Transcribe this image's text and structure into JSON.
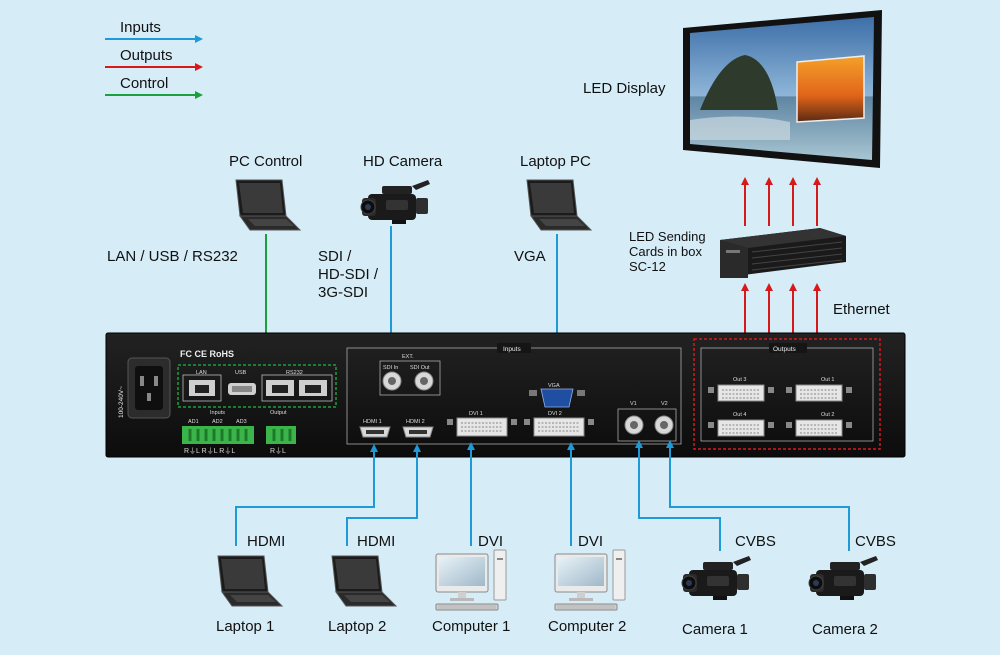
{
  "legend": {
    "inputs": "Inputs",
    "outputs": "Outputs",
    "control": "Control"
  },
  "colors": {
    "inputs": "#1e9bd7",
    "outputs": "#d7191c",
    "control": "#1aa03c",
    "background": "#d6ecf7",
    "panel": "#151515"
  },
  "top_sources": {
    "pc_control": "PC Control",
    "hd_camera": "HD Camera",
    "laptop_pc": "Laptop PC",
    "pc_control_conn": "LAN / USB / RS232",
    "sdi_line1": "SDI /",
    "sdi_line2": "HD-SDI /",
    "sdi_line3": "3G-SDI",
    "vga_conn": "VGA"
  },
  "display": {
    "led_display": "LED Display",
    "sending_line1": "LED Sending",
    "sending_line2": "Cards in box",
    "sending_line3": "SC-12",
    "ethernet": "Ethernet"
  },
  "panel": {
    "power": "100-240V~",
    "certs": "FC CE RoHS",
    "lan": "LAN",
    "usb": "USB",
    "rs232": "RS232",
    "audio_inputs": "Inputs",
    "audio_output": "Output",
    "ad1": "AD1",
    "ad2": "AD2",
    "ad3": "AD3",
    "audio_channels_in": "R⏚L R⏚L R⏚L",
    "audio_channels_out": "R⏚L",
    "inputs_title": "Inputs",
    "ext": "EXT.",
    "sdi_in": "SDI In",
    "sdi_out": "SDI Out",
    "vga": "VGA",
    "hdmi1": "HDMI 1",
    "hdmi2": "HDMI 2",
    "dvi1": "DVI 1",
    "dvi2": "DVI 2",
    "v1": "V1",
    "v2": "V2",
    "outputs_title": "Outputs",
    "out1": "Out 1",
    "out2": "Out 2",
    "out3": "Out 3",
    "out4": "Out 4"
  },
  "bottom_sources": [
    {
      "conn": "HDMI",
      "name": "Laptop 1",
      "icon": "laptop-icon"
    },
    {
      "conn": "HDMI",
      "name": "Laptop 2",
      "icon": "laptop-icon"
    },
    {
      "conn": "DVI",
      "name": "Computer 1",
      "icon": "computer-icon"
    },
    {
      "conn": "DVI",
      "name": "Computer 2",
      "icon": "computer-icon"
    },
    {
      "conn": "CVBS",
      "name": "Camera 1",
      "icon": "camera-icon"
    },
    {
      "conn": "CVBS",
      "name": "Camera 2",
      "icon": "camera-icon"
    }
  ]
}
